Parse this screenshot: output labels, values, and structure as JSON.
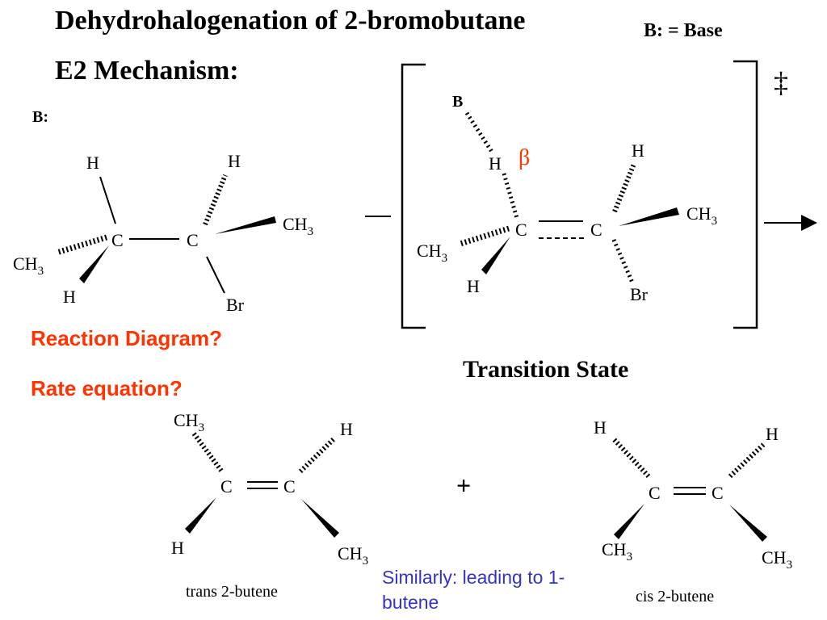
{
  "title": "Dehydrohalogenation of 2-bromobutane",
  "base_note": "B:  = Base",
  "mechanism_label": "E2  Mechanism:",
  "base_symbol": "B:",
  "questions": {
    "q1": "Reaction Diagram?",
    "q2": "Rate equation?"
  },
  "colors": {
    "question": "#ff3300",
    "beta": "#ff3300",
    "note": "#3333cc"
  },
  "atoms": {
    "h": "H",
    "c": "C",
    "ch3": "CH",
    "sub3": "3",
    "br": "Br",
    "b": "B"
  },
  "transition_state": {
    "label": "Transition State",
    "beta_symbol": "β",
    "charge": "‡"
  },
  "products": {
    "plus": "+",
    "trans_label": "trans 2-butene",
    "cis_label": "cis 2-butene"
  },
  "note_line1": "Similarly: leading to 1-",
  "note_line2": "butene"
}
